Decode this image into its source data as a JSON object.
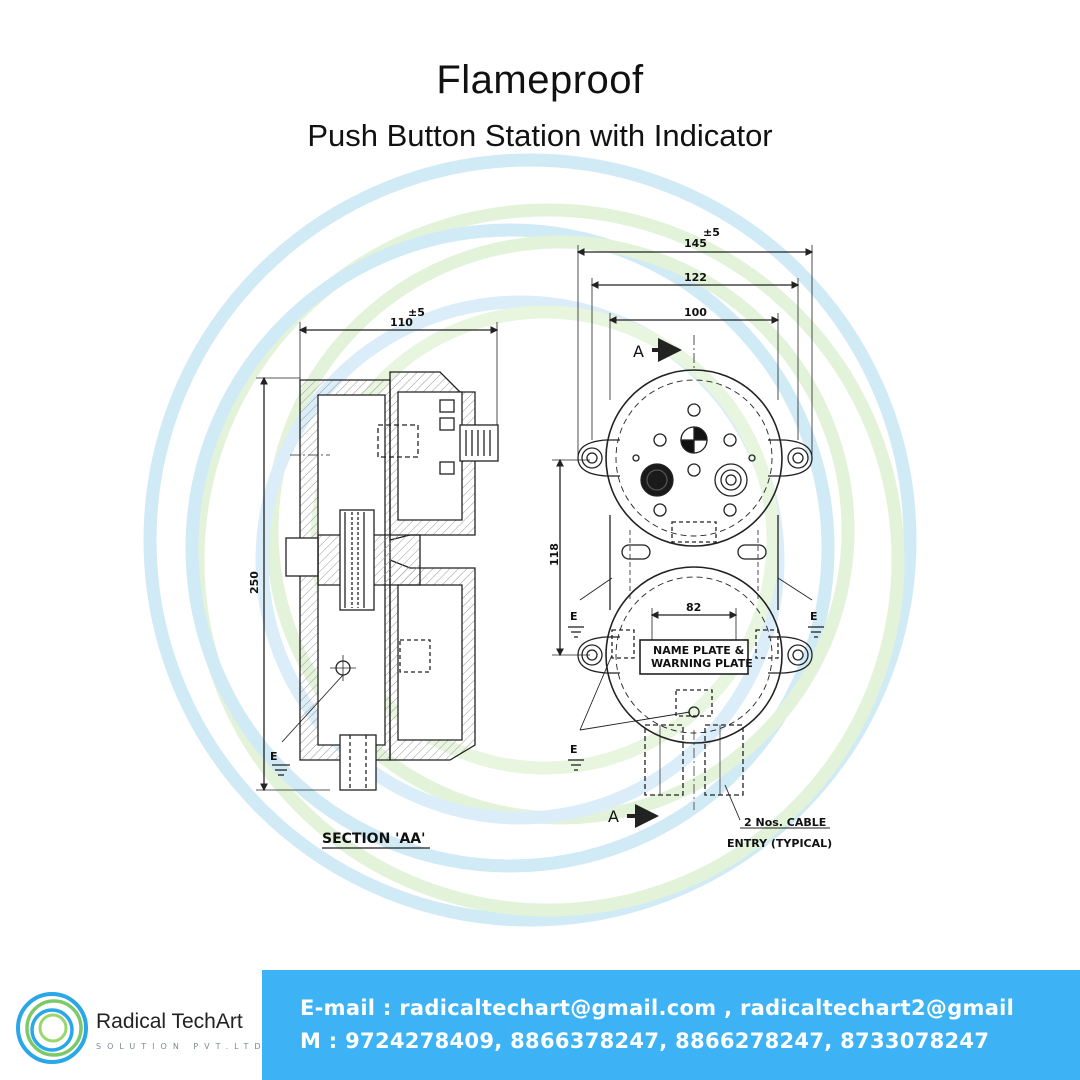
{
  "header": {
    "title": "Flameproof",
    "subtitle": "Push Button Station with Indicator"
  },
  "drawing": {
    "section_label": "SECTION 'AA'",
    "side_view": {
      "width_dim": "110",
      "width_tol": "±5",
      "height_dim": "250",
      "earth_label": "E"
    },
    "front_view": {
      "dim_outer": "145",
      "dim_outer_tol": "±5",
      "dim_mid": "122",
      "dim_inner": "100",
      "dim_lower_inner": "82",
      "dim_vertical": "118",
      "section_marker_top": "A",
      "section_marker_bottom": "A",
      "earth_label": "E",
      "name_plate_line1": "NAME PLATE &",
      "name_plate_line2": "WARNING PLATE",
      "cable_entry_line1": "2 Nos. CABLE",
      "cable_entry_line2": "ENTRY (TYPICAL)"
    }
  },
  "footer": {
    "brand_name": "Radical TechArt",
    "brand_tagline": "SOLUTION PVT.LTD.",
    "email_line": "E-mail : radicaltechart@gmail.com , radicaltechart2@gmail",
    "phone_line": "M : 9724278409, 8866378247, 8866278247, 8733078247"
  },
  "colors": {
    "footer_bar": "#3db3f6",
    "watermark_blue": "#c9e7f7",
    "watermark_green": "#def2d2",
    "line": "#222222"
  }
}
